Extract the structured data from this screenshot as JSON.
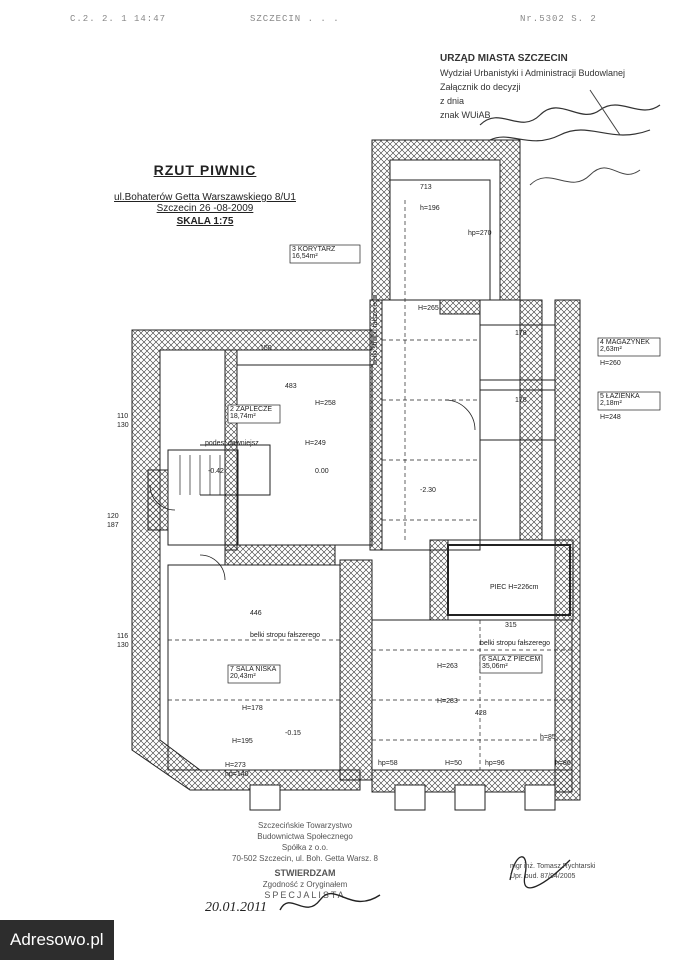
{
  "header": {
    "fax_left": "C.2.  2.  1  14:47",
    "fax_mid": "SZCZECIN  . . .",
    "fax_right": "Nr.5302   S.  2"
  },
  "title": {
    "line1": "RZUT PIWNIC",
    "line2": "ul.Bohaterów Getta Warszawskiego 8/U1",
    "line3": "Szczecin 26 -08-2009",
    "line4": "SKALA 1:75"
  },
  "stamp_top": {
    "line1": "URZĄD MIASTA SZCZECIN",
    "line2": "Wydział Urbanistyki i Administracji Budowlanej",
    "line3": "Załącznik do decyzji",
    "line4": "z dnia",
    "line5": "znak WUiAB"
  },
  "rooms": [
    {
      "no": "3",
      "name": "KORYTARZ",
      "area": "16,54m²"
    },
    {
      "no": "2",
      "name": "ZAPLECZE",
      "area": "18,74m²"
    },
    {
      "no": "4",
      "name": "MAGAZYNEK",
      "area": "2,63m²",
      "h": "H=260"
    },
    {
      "no": "5",
      "name": "ŁAZIENKA",
      "area": "2,18m²",
      "h": "H=248"
    },
    {
      "no": "7",
      "name": "SALA NISKA",
      "area": "20,43m²"
    },
    {
      "no": "6",
      "name": "SALA Z PIECEM",
      "area": "35,06m²"
    }
  ],
  "labels": {
    "piec": "PIEC  H=226cm",
    "podest": "podest dawniejsz",
    "bel_1": "belki stropu fałszerego",
    "bel_2": "belki stropu fałszerego",
    "bel_3": "belki stropu fałszerego",
    "h258": "H=258",
    "h249": "H=249",
    "h178": "H=178",
    "h195": "H=195",
    "h273": "H=273",
    "h140": "hp=140",
    "h263": "H=263",
    "h283": "H=283",
    "h265": "H=265",
    "h196": "h=196",
    "h58": "hp=58",
    "h50": "H=50",
    "h96": "hp=96",
    "h85": "h=85",
    "h86": "h=86",
    "h270": "hp=270",
    "dim713": "713",
    "dim483": "483",
    "dim150": "150",
    "dim446": "446",
    "dim315": "315",
    "dim428": "428",
    "dim178a": "178",
    "dim178b": "178",
    "m042": "-0.42",
    "m005": "0.00",
    "m230": "-2.30",
    "m015": "-0.15",
    "l110": "110\n130",
    "l120": "120\n187",
    "l116": "116\n130"
  },
  "bottom_stamp": {
    "line1": "Szczecińskie Towarzystwo",
    "line2": "Budownictwa Społecznego",
    "line3": "Spółka z o.o.",
    "line4": "70-502 Szczecin, ul. Boh. Getta Warsz. 8",
    "line5": "STWIERDZAM",
    "line6": "Zgodność z Oryginałem",
    "line7": "SPECJALISTA",
    "date": "20.01.2011"
  },
  "br_stamp": {
    "line1": "mgr inż. Tomasz Rychtarski",
    "line2": "Upr. bud. 87/94/2005"
  },
  "watermark": "Adresowo.pl"
}
